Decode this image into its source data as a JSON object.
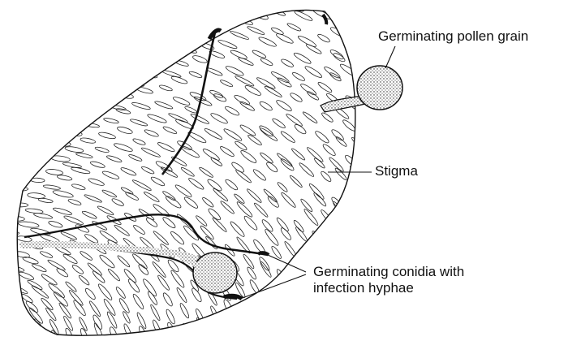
{
  "figure": {
    "labels": {
      "pollen": "Germinating pollen grain",
      "stigma": "Stigma",
      "conidia_line1": "Germinating conidia with",
      "conidia_line2": "infection hyphae"
    },
    "colors": {
      "ink": "#111111",
      "background": "#ffffff"
    }
  }
}
